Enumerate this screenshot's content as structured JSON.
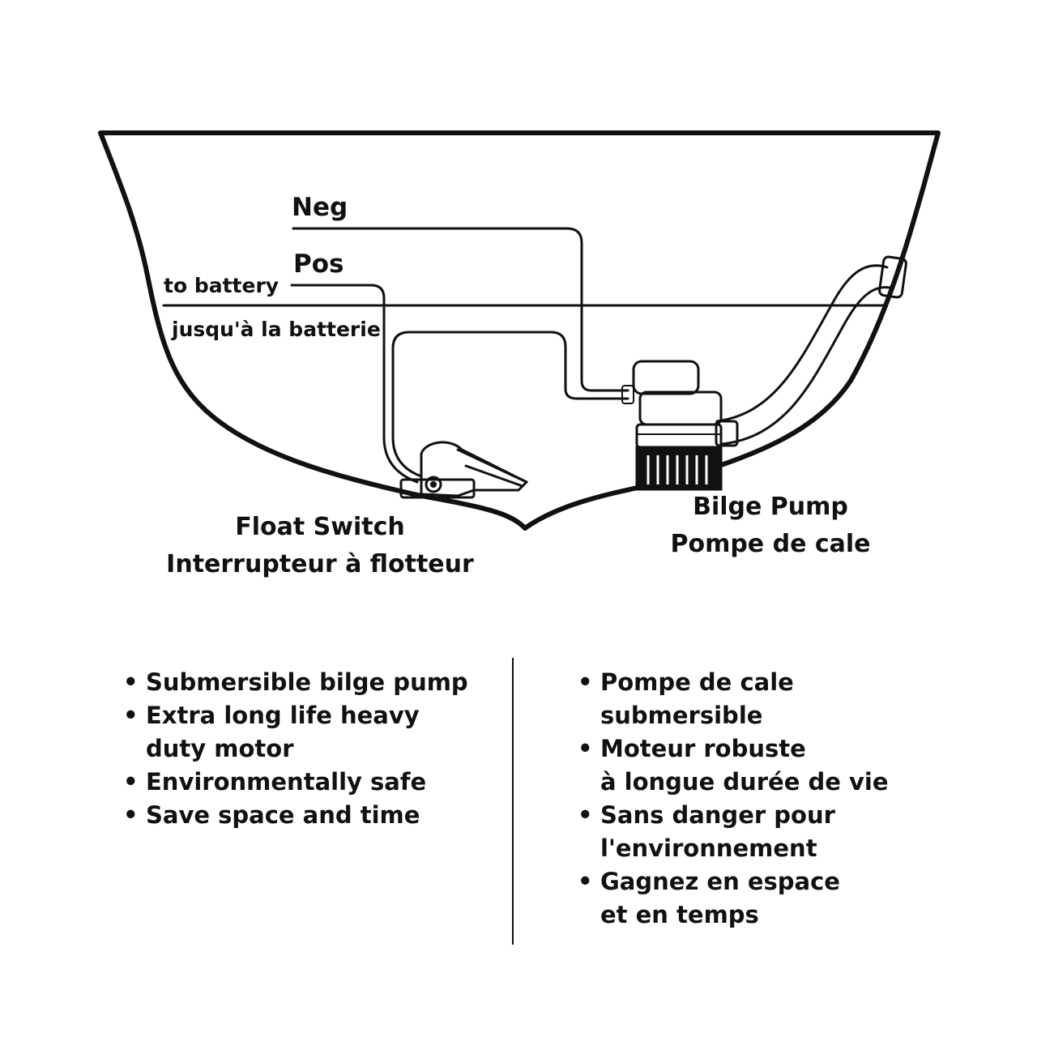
{
  "diagram": {
    "labels": {
      "neg": "Neg",
      "pos": "Pos",
      "to_battery": "to battery",
      "to_battery_fr": "jusqu'à la batterie",
      "float_switch": "Float Switch",
      "float_switch_fr": "Interrupteur à flotteur",
      "bilge_pump": "Bilge Pump",
      "bilge_pump_fr": "Pompe de cale"
    }
  },
  "features": {
    "en": [
      {
        "line1": "Submersible bilge pump",
        "line2": ""
      },
      {
        "line1": "Extra long life heavy",
        "line2": "duty motor"
      },
      {
        "line1": "Environmentally safe",
        "line2": ""
      },
      {
        "line1": "Save space and time",
        "line2": ""
      }
    ],
    "fr": [
      {
        "line1": "Pompe de cale",
        "line2": "submersible"
      },
      {
        "line1": "Moteur robuste",
        "line2": "à longue durée de vie"
      },
      {
        "line1": "Sans danger pour",
        "line2": "l'environnement"
      },
      {
        "line1": "Gagnez en espace",
        "line2": "et en temps"
      }
    ]
  },
  "colors": {
    "ink": "#111111",
    "background": "#ffffff"
  }
}
